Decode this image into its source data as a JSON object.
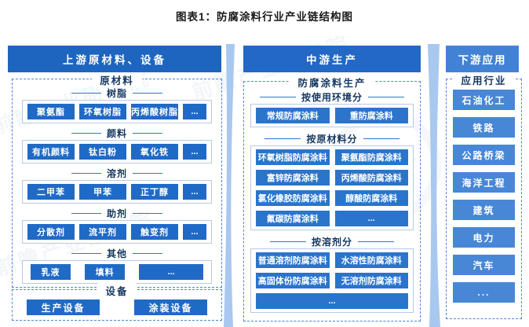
{
  "title": "图表1：防腐涂料行业产业链结构图",
  "watermark": {
    "text": "前瞻产业研究院",
    "brand": "前瞻"
  },
  "upstream": {
    "header": "上游原材料、设备",
    "materials": {
      "label": "原材料",
      "groups": [
        {
          "label": "树脂",
          "items": [
            "聚氨酯",
            "环氧树脂",
            "丙烯酸树脂",
            "..."
          ]
        },
        {
          "label": "颜料",
          "items": [
            "有机颜料",
            "钛白粉",
            "氧化铁",
            "..."
          ]
        },
        {
          "label": "溶剂",
          "items": [
            "二甲苯",
            "甲苯",
            "正丁醇",
            "..."
          ]
        },
        {
          "label": "助剂",
          "items": [
            "分散剂",
            "流平剂",
            "触变剂",
            "..."
          ]
        },
        {
          "label": "其他",
          "items": [
            "乳液",
            "填料",
            "..."
          ]
        }
      ]
    },
    "equipment": {
      "label": "设备",
      "items": [
        "生产设备",
        "涂装设备"
      ]
    }
  },
  "midstream": {
    "header": "中游生产",
    "section_label": "防腐涂料生产",
    "groups": [
      {
        "label": "按使用环境分",
        "items": [
          "常规防腐涂料",
          "重防腐涂料"
        ]
      },
      {
        "label": "按原材料分",
        "items": [
          "环氧树脂防腐涂料",
          "聚氨酯防腐涂料",
          "富锌防腐涂料",
          "丙烯酸防腐涂料",
          "氯化橡胶防腐涂料",
          "醇酸防腐涂料",
          "氟碳防腐涂料",
          "..."
        ]
      },
      {
        "label": "按溶剂分",
        "items": [
          "普通溶剂防腐涂料",
          "水溶性防腐涂料",
          "高固体份防腐涂料",
          "无溶剂防腐涂料",
          "..."
        ]
      }
    ]
  },
  "downstream": {
    "header": "下游应用",
    "section_label": "应用行业",
    "items": [
      "石油化工",
      "铁路",
      "公路桥梁",
      "海洋工程",
      "建筑",
      "电力",
      "汽车",
      "..."
    ]
  },
  "colors": {
    "header_primary": "#1e65bf",
    "header_downstream": "#4282d5",
    "box_upstream": "#1f6ac6",
    "box_midstream": "#2a74cc",
    "box_downstream": "#4787d6",
    "dashed_border": "#4a86d8",
    "group_border": "#b5cbe7",
    "label_text": "#14365f",
    "separator_stripe": "#a9c8ef"
  }
}
